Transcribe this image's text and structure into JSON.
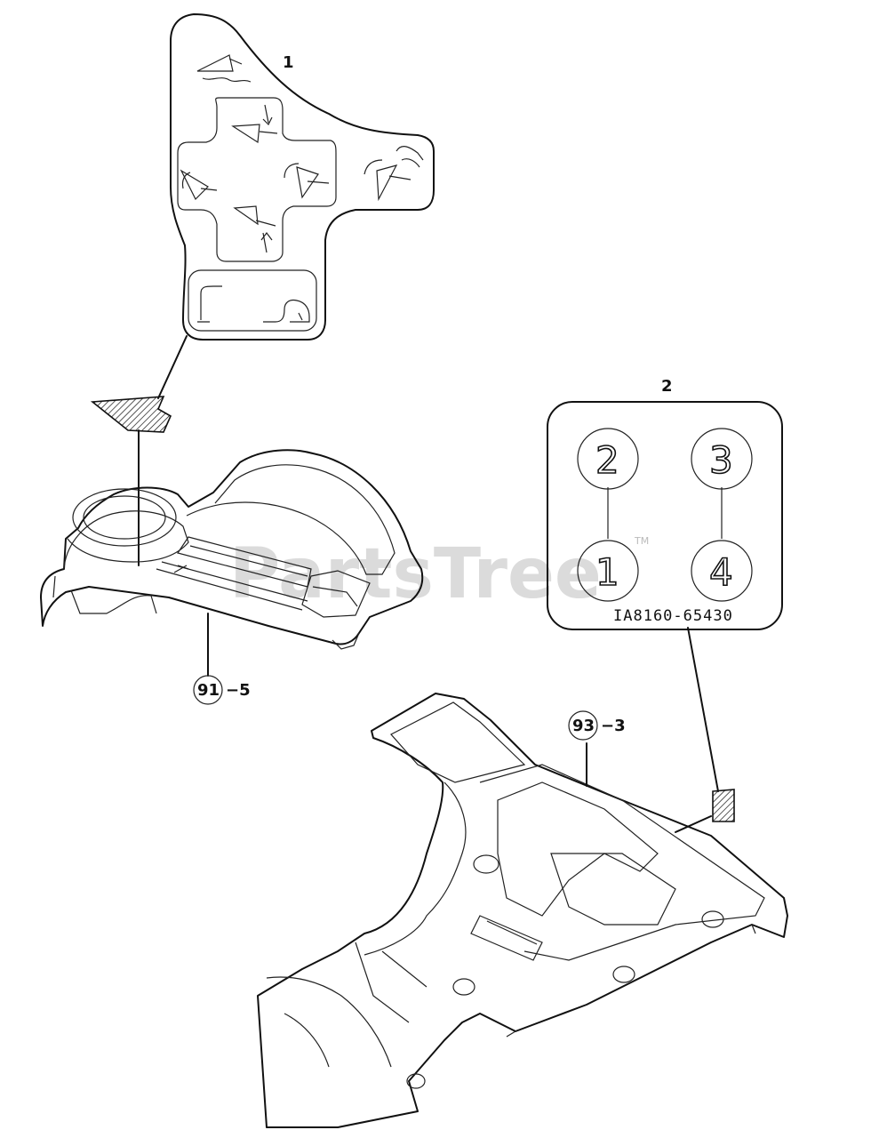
{
  "callouts": {
    "part_1": "1",
    "part_2": "2",
    "ref_91": "91",
    "ref_91_suffix": "−5",
    "ref_93": "93",
    "ref_93_suffix": "−3"
  },
  "shift_label": {
    "positions": [
      "2",
      "3",
      "1",
      "4"
    ],
    "part_code": "IA8160-65430"
  },
  "watermark": {
    "text": "PartsTree",
    "trademark": "TM"
  },
  "icons": {
    "decal_1": "hydraulic-lever-decal",
    "decal_2": "shift-pattern-decal",
    "panel_91": "shift-lever-panel",
    "panel_93": "floor-mat-panel"
  }
}
